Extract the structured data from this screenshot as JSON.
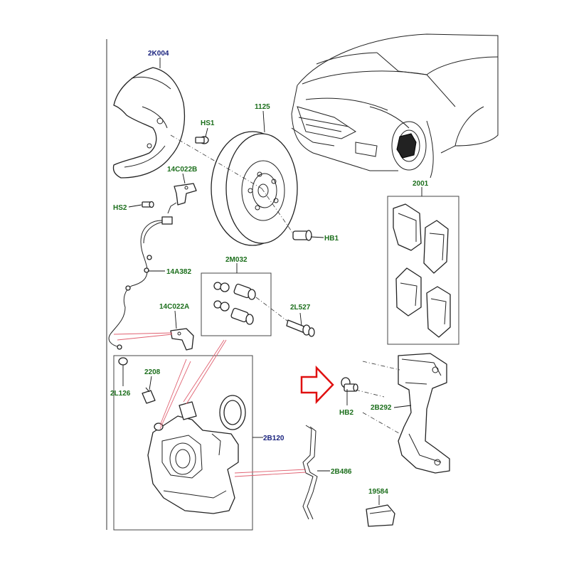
{
  "colors": {
    "label_blue": "#1a237e",
    "label_green": "#1b6e1b",
    "arrow_red": "#e01010",
    "highlight_lines": "#e06070"
  },
  "labels": {
    "2K004": "2K004",
    "HS1": "HS1",
    "1125": "1125",
    "14C022B": "14C022B",
    "HS2": "HS2",
    "HB1": "HB1",
    "2M032": "2M032",
    "14A382": "14A382",
    "2L527": "2L527",
    "2001": "2001",
    "14C022A": "14C022A",
    "2208": "2208",
    "2L126": "2L126",
    "HB2": "HB2",
    "2B292": "2B292",
    "2B120": "2B120",
    "2B486": "2B486",
    "19584": "19584"
  }
}
